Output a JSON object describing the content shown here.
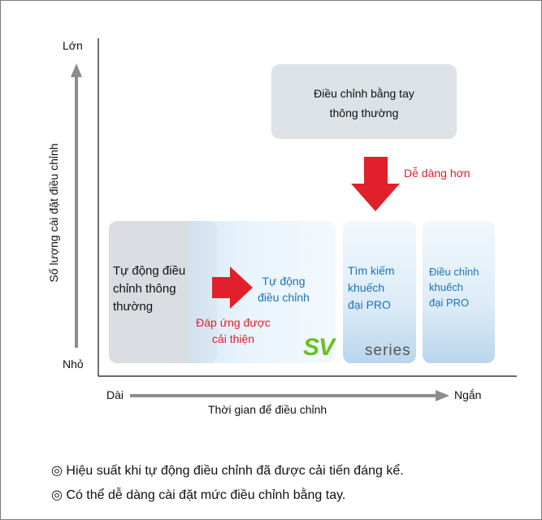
{
  "axes": {
    "y_title": "Số lượng cài đặt điều chỉnh",
    "y_top": "Lớn",
    "y_bottom": "Nhỏ",
    "x_left": "Dài",
    "x_right": "Ngắn",
    "x_title": "Thời gian để điều chỉnh"
  },
  "boxes": {
    "manual_normal": [
      "Điều chỉnh bằng tay",
      "thông thường"
    ],
    "auto_normal": [
      "Tự động điều",
      "chỉnh thông",
      "thường"
    ],
    "auto_new": [
      "Tự động",
      "điều chỉnh"
    ],
    "search_pro": [
      "Tìm kiếm",
      "khuếch",
      "đại PRO"
    ],
    "adjust_pro": [
      "Điều chỉnh",
      "khuếch",
      "đại PRO"
    ]
  },
  "annotations": {
    "easier": "Dễ dàng hơn",
    "improved": [
      "Đáp ứng được",
      "cải thiện"
    ]
  },
  "logo": {
    "sv": "SV",
    "series": "series"
  },
  "notes": [
    "◎ Hiệu suất khi tự động điều chỉnh đã được cải tiến đáng kể.",
    "◎ Có thể dễ dàng cài đặt mức điều chỉnh bằng tay."
  ],
  "colors": {
    "red_arrow": "#e0202a",
    "blue_text": "#1a74b5",
    "logo_green": "#6bbf23",
    "axis_gray": "#8c8c8c"
  }
}
